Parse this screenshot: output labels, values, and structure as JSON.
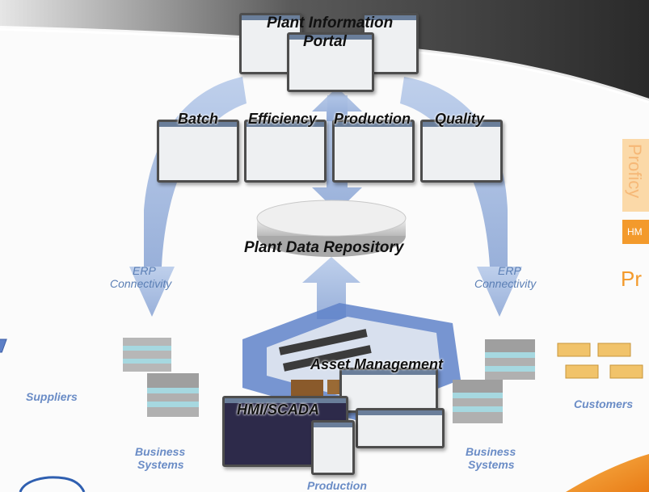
{
  "portal": {
    "line1": "Plant Information",
    "line2": "Portal"
  },
  "modules": [
    {
      "label": "Batch"
    },
    {
      "label": "Efficiency"
    },
    {
      "label": "Production"
    },
    {
      "label": "Quality"
    }
  ],
  "repository": {
    "label": "Plant Data Repository"
  },
  "erp_left": {
    "line1": "ERP",
    "line2": "Connectivity"
  },
  "erp_right": {
    "line1": "ERP",
    "line2": "Connectivity"
  },
  "suppliers": {
    "label": "Suppliers"
  },
  "customers": {
    "label": "Customers"
  },
  "business_left": {
    "line1": "Business",
    "line2": "Systems"
  },
  "business_right": {
    "line1": "Business",
    "line2": "Systems"
  },
  "asset_management": {
    "label": "Asset Management"
  },
  "hmi_scada": {
    "label": "HMI/SCADA"
  },
  "production_bottom": {
    "label": "Production"
  },
  "brand": {
    "vertical": "Proficy",
    "tag": "HM",
    "partial": "Pr"
  },
  "colors": {
    "arrow_blue": "#9db3db",
    "accent_orange": "#f39a2c",
    "dark_banner": "#2b2b2b"
  }
}
